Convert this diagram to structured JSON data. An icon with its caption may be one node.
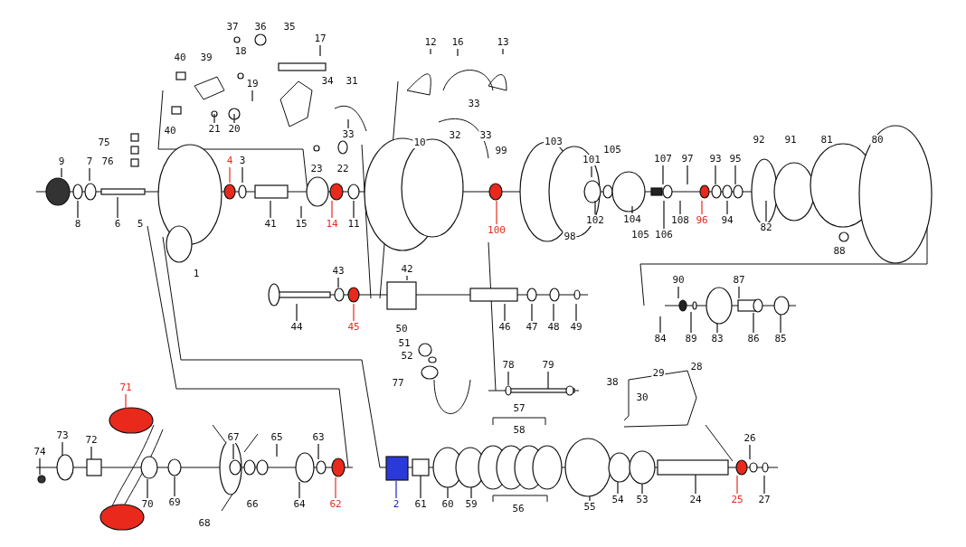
{
  "diagram": {
    "labels": [
      "37",
      "36",
      "35",
      "17",
      "12",
      "16",
      "13",
      "40",
      "39",
      "18",
      "19",
      "34",
      "31",
      "33",
      "75",
      "40",
      "21",
      "20",
      "33",
      "10",
      "32",
      "33",
      "99",
      "103",
      "105",
      "92",
      "91",
      "81",
      "80",
      "9",
      "7",
      "76",
      "4",
      "3",
      "23",
      "22",
      "101",
      "107",
      "97",
      "93",
      "95",
      "8",
      "6",
      "5",
      "41",
      "15",
      "14",
      "11",
      "100",
      "98",
      "102",
      "104",
      "105",
      "106",
      "108",
      "96",
      "94",
      "82",
      "88",
      "1",
      "43",
      "42",
      "90",
      "87",
      "44",
      "45",
      "50",
      "46",
      "47",
      "48",
      "49",
      "84",
      "89",
      "83",
      "86",
      "85",
      "51",
      "52",
      "78",
      "79",
      "29",
      "28",
      "71",
      "77",
      "38",
      "30",
      "57",
      "58",
      "73",
      "72",
      "67",
      "65",
      "63",
      "26",
      "74",
      "70",
      "69",
      "66",
      "64",
      "62",
      "2",
      "61",
      "60",
      "59",
      "56",
      "55",
      "54",
      "53",
      "24",
      "25",
      "27",
      "68"
    ]
  }
}
